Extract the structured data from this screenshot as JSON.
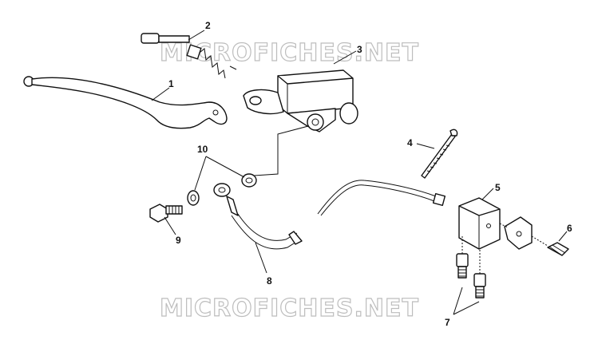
{
  "watermark": {
    "top": "MICROFICHES.NET",
    "bottom": "MICROFICHES.NET"
  },
  "callouts": [
    {
      "id": "1",
      "text": "1"
    },
    {
      "id": "2",
      "text": "2"
    },
    {
      "id": "3",
      "text": "3"
    },
    {
      "id": "4",
      "text": "4"
    },
    {
      "id": "5",
      "text": "5"
    },
    {
      "id": "6",
      "text": "6"
    },
    {
      "id": "7",
      "text": "7"
    },
    {
      "id": "8",
      "text": "8"
    },
    {
      "id": "9",
      "text": "9"
    },
    {
      "id": "10",
      "text": "10"
    }
  ],
  "colors": {
    "ink": "#111111",
    "watermark_outline": "#bdbdbd",
    "background": "#ffffff"
  }
}
